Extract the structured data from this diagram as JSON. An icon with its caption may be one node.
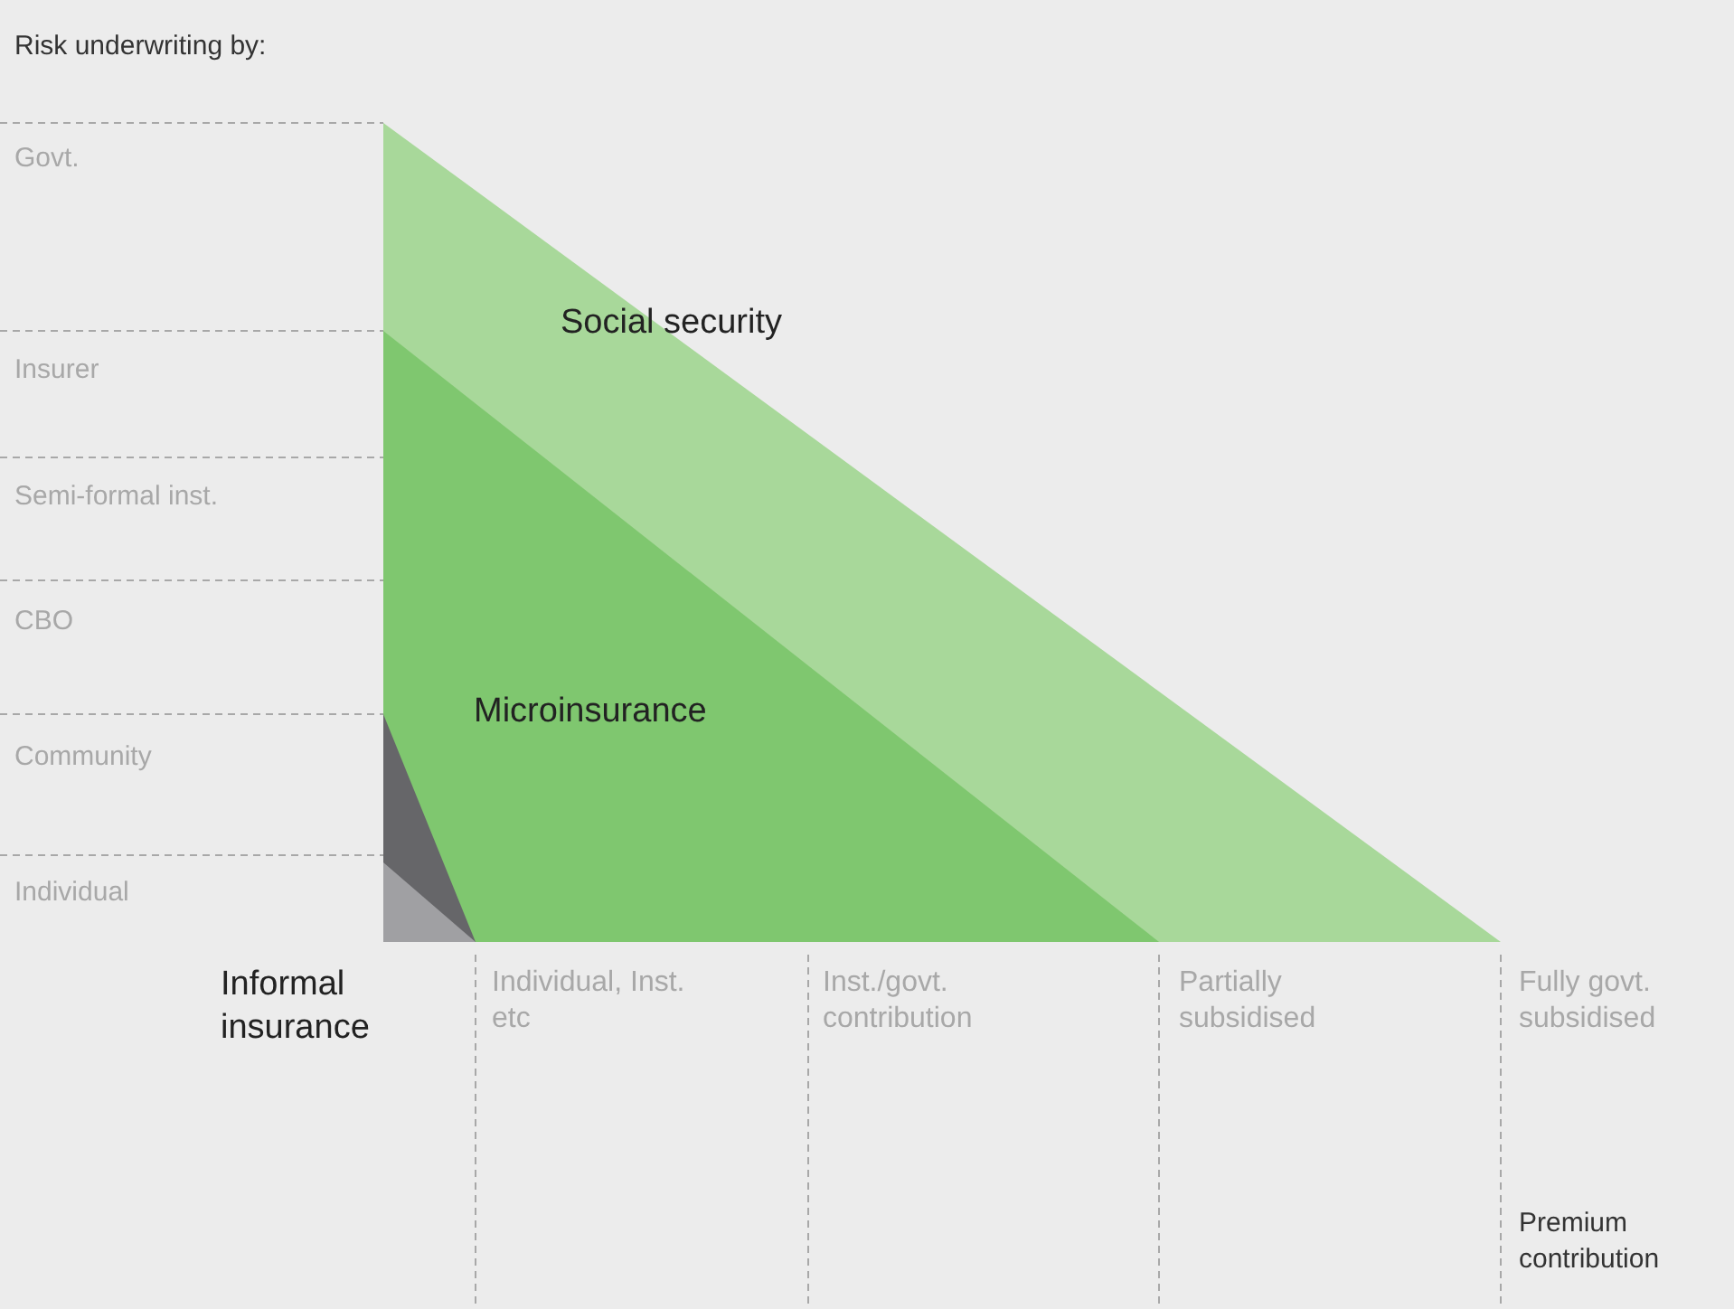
{
  "diagram": {
    "nodes": [
      {
        "text": [
          "Social security"
        ]
      },
      {
        "text": [
          "Microinsurance"
        ],
        "in": 0
      },
      {
        "text": [
          "Informal insurance"
        ],
        "in": 1
      }
    ],
    "labels": [
      "Risk underwriting by:",
      "Govt.",
      "Insurer",
      "Semi-formal inst.",
      "CBO",
      "Community",
      "Individual",
      "Individual, Inst. etc",
      "Inst./govt. contribution",
      "Partially subsidised",
      "Fully govt. subsidised",
      "Premium contribution"
    ]
  }
}
